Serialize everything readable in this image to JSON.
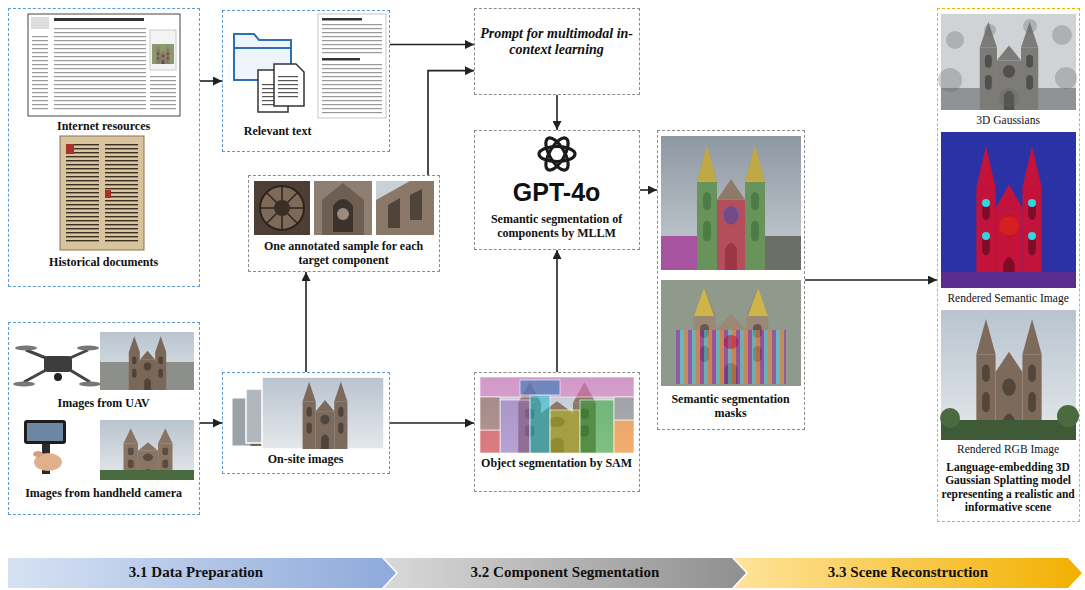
{
  "diagram": {
    "nodes": [
      {
        "text": [
          "Internet resources",
          "Historical documents"
        ]
      },
      {
        "text": [
          "Relevant text"
        ]
      },
      {
        "text": [
          "Prompt for multimodal in-context learning"
        ]
      },
      {
        "text": [
          "One annotated sample for each target component"
        ]
      },
      {
        "text": [
          "GPT-4o",
          "Semantic segmentation of components by MLLM"
        ]
      },
      {
        "text": [
          "Semantic segmentation masks"
        ]
      },
      {
        "text": [
          "3D Gaussians",
          "Rendered Semantic Image",
          "Rendered RGB Image",
          "Language-embedding 3D Gaussian Splatting model representing a realistic and informative scene"
        ]
      },
      {
        "text": [
          "Images from UAV",
          "Images from handheld camera"
        ]
      },
      {
        "text": [
          "On-site images"
        ]
      },
      {
        "text": [
          "Object segmentation by SAM"
        ]
      },
      {
        "text": [
          "3.1 Data Preparation"
        ]
      },
      {
        "text": [
          "3.2 Component Segmentation"
        ]
      },
      {
        "text": [
          "3.3 Scene Reconstruction"
        ]
      }
    ],
    "edges": [
      {
        "from": 0,
        "to": 1,
        "arrow": "to"
      },
      {
        "from": 1,
        "to": 2,
        "arrow": "to"
      },
      {
        "from": 3,
        "to": 2,
        "arrow": "to"
      },
      {
        "from": 2,
        "to": 4,
        "arrow": "to"
      },
      {
        "from": 7,
        "to": 8,
        "arrow": "to"
      },
      {
        "from": 8,
        "to": 3,
        "arrow": "to"
      },
      {
        "from": 8,
        "to": 9,
        "arrow": "to"
      },
      {
        "from": 9,
        "to": 4,
        "arrow": "to"
      },
      {
        "from": 4,
        "to": 5,
        "arrow": "to"
      },
      {
        "from": 5,
        "to": 6,
        "arrow": "to"
      }
    ]
  }
}
